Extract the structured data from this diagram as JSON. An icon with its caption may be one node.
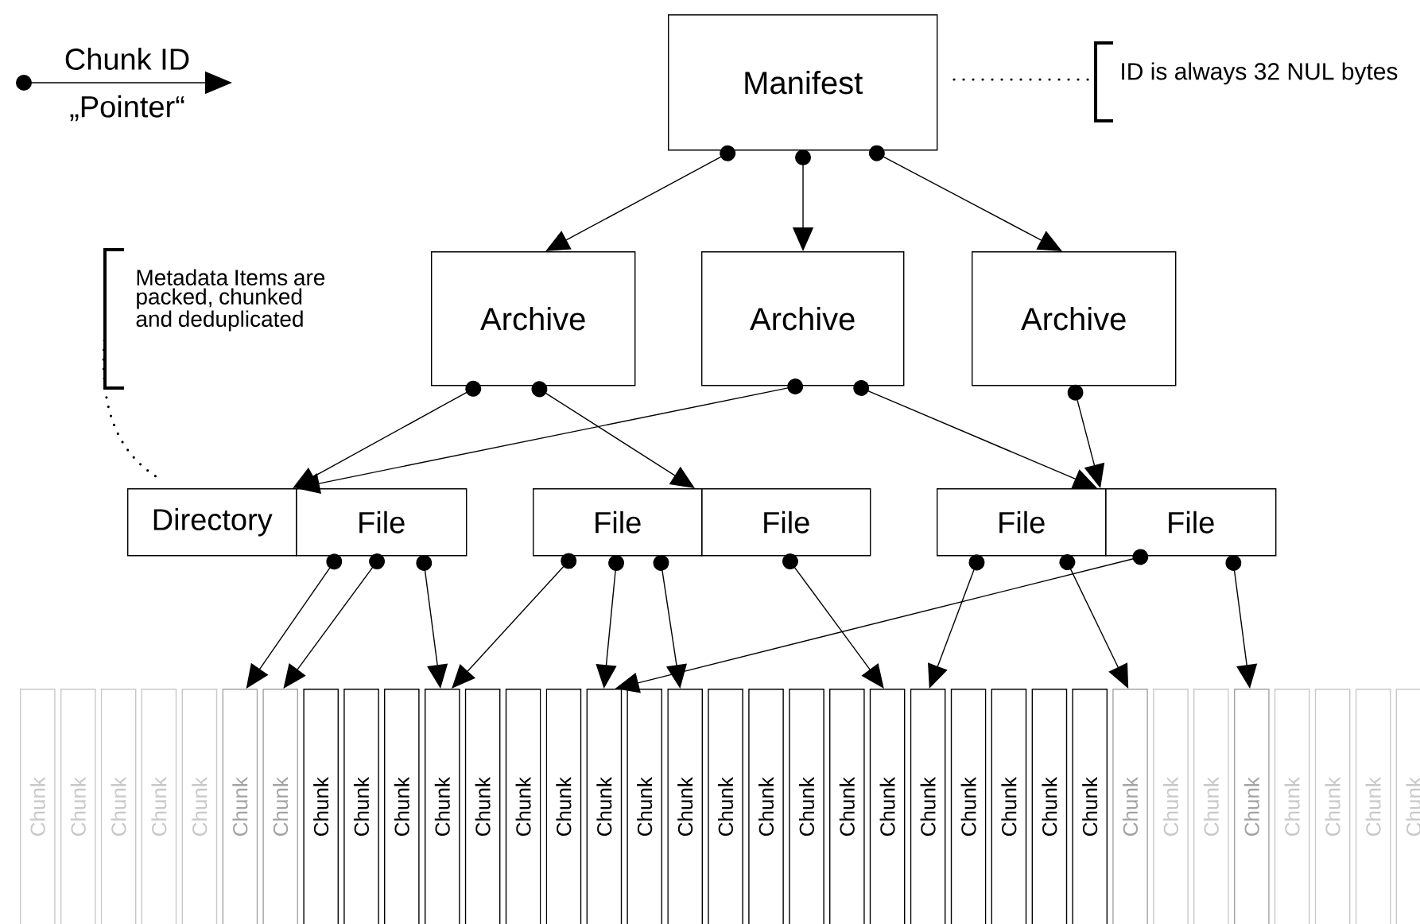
{
  "diagram": {
    "nodes": [
      {
        "text": [
          "Manifest"
        ]
      },
      {
        "text": [
          "ID is always 32 NUL bytes"
        ]
      },
      {
        "text": [
          "Metadata Items are packed, chunked and deduplicated"
        ]
      },
      {
        "text": [
          "Archive"
        ]
      },
      {
        "text": [
          "Archive"
        ]
      },
      {
        "text": [
          "Archive"
        ]
      },
      {
        "text": [
          "Directory"
        ]
      },
      {
        "text": [
          "File"
        ]
      },
      {
        "text": [
          "File"
        ]
      },
      {
        "text": [
          "File"
        ]
      },
      {
        "text": [
          "File"
        ]
      },
      {
        "text": [
          "File"
        ]
      },
      {
        "text": [
          "Chunk"
        ]
      },
      {
        "text": [
          "Chunk"
        ]
      },
      {
        "text": [
          "Chunk"
        ]
      },
      {
        "text": [
          "Chunk"
        ]
      },
      {
        "text": [
          "Chunk"
        ]
      },
      {
        "text": [
          "Chunk"
        ]
      },
      {
        "text": [
          "Chunk"
        ]
      },
      {
        "text": [
          "Chunk"
        ]
      },
      {
        "text": [
          "Chunk"
        ]
      },
      {
        "text": [
          "Chunk"
        ]
      },
      {
        "text": [
          "Chunk"
        ]
      },
      {
        "text": [
          "Chunk"
        ]
      },
      {
        "text": [
          "Chunk"
        ]
      },
      {
        "text": [
          "Chunk"
        ]
      },
      {
        "text": [
          "Chunk"
        ]
      },
      {
        "text": [
          "Chunk"
        ]
      },
      {
        "text": [
          "Chunk"
        ]
      },
      {
        "text": [
          "Chunk"
        ]
      },
      {
        "text": [
          "Chunk"
        ]
      },
      {
        "text": [
          "Chunk"
        ]
      },
      {
        "text": [
          "Chunk"
        ]
      },
      {
        "text": [
          "Chunk"
        ]
      },
      {
        "text": [
          "Chunk"
        ]
      },
      {
        "text": [
          "Chunk"
        ]
      },
      {
        "text": [
          "Chunk"
        ]
      },
      {
        "text": [
          "Chunk"
        ]
      },
      {
        "text": [
          "Chunk"
        ]
      },
      {
        "text": [
          "Chunk"
        ]
      },
      {
        "text": [
          "Chunk"
        ]
      },
      {
        "text": [
          "Chunk"
        ]
      },
      {
        "text": [
          "Chunk"
        ]
      },
      {
        "text": [
          "Chunk"
        ]
      },
      {
        "text": [
          "Chunk"
        ]
      },
      {
        "text": [
          "Chunk"
        ]
      },
      {
        "text": [
          "Chunk"
        ]
      }
    ],
    "edges": [
      {
        "from": 0,
        "to": 3,
        "arrow": "to"
      },
      {
        "from": 0,
        "to": 4,
        "arrow": "to"
      },
      {
        "from": 0,
        "to": 5,
        "arrow": "to"
      },
      {
        "from": 3,
        "to": 6,
        "arrow": "to"
      },
      {
        "from": 3,
        "to": 8,
        "arrow": "to"
      },
      {
        "from": 4,
        "to": 6,
        "arrow": "to"
      },
      {
        "from": 4,
        "to": 10,
        "arrow": "to"
      },
      {
        "from": 5,
        "to": 10,
        "arrow": "to"
      },
      {
        "from": 7,
        "to": 17,
        "arrow": "to"
      },
      {
        "from": 7,
        "to": 18,
        "arrow": "to"
      },
      {
        "from": 7,
        "to": 22,
        "arrow": "to"
      },
      {
        "from": 8,
        "to": 22,
        "arrow": "to"
      },
      {
        "from": 8,
        "to": 26,
        "arrow": "to"
      },
      {
        "from": 8,
        "to": 28,
        "arrow": "to"
      },
      {
        "from": 9,
        "to": 33,
        "arrow": "to"
      },
      {
        "from": 10,
        "to": 34,
        "arrow": "to"
      },
      {
        "from": 10,
        "to": 39,
        "arrow": "to"
      },
      {
        "from": 11,
        "to": 26,
        "arrow": "to"
      },
      {
        "from": 11,
        "to": 42,
        "arrow": "to"
      },
      {
        "from": 1,
        "to": 0,
        "arrow": "none",
        "style": "dashed"
      },
      {
        "from": 2,
        "to": 6,
        "arrow": "none",
        "style": "dashed"
      }
    ],
    "legend": [
      {
        "text": "Chunk ID"
      },
      {
        "text": "„Pointer“"
      }
    ]
  }
}
